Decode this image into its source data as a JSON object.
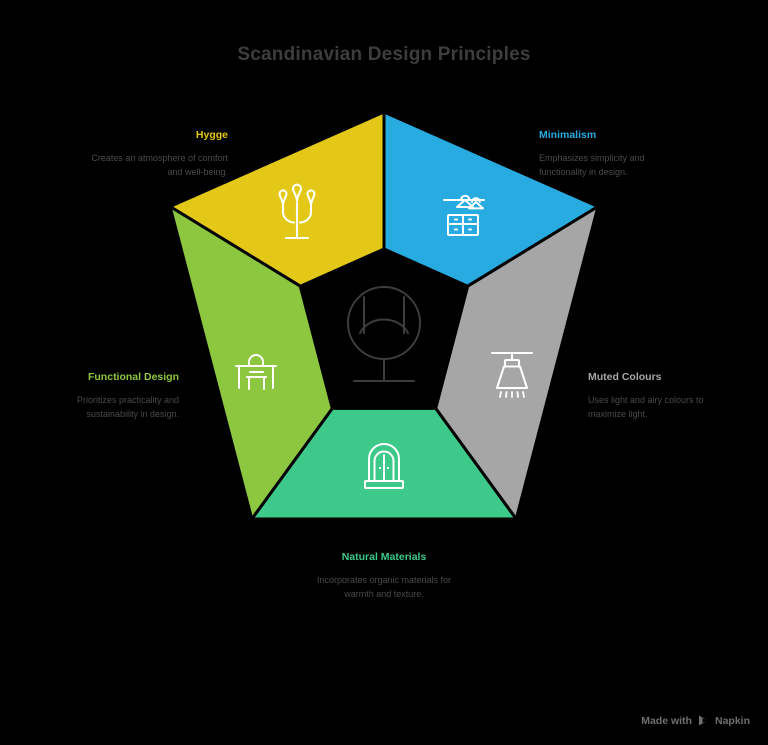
{
  "page": {
    "title": "Scandinavian Design Principles",
    "background_color": "#000000",
    "title_color": "#3d3d3d"
  },
  "center": {
    "icon": "armchair-icon",
    "icon_color": "#3d3d3d"
  },
  "segments": [
    {
      "id": "minimalism",
      "title": "Minimalism",
      "description": "Emphasizes simplicity and functionality in design.",
      "color": "#27ABE0",
      "icon": "wardrobe-hangers-dresser-icon",
      "position": "top-right"
    },
    {
      "id": "muted-colours",
      "title": "Muted Colours",
      "description": "Uses light and airy colours to maximize light.",
      "color": "#A6A6A6",
      "icon": "pendant-lamp-icon",
      "position": "right"
    },
    {
      "id": "natural-materials",
      "title": "Natural Materials",
      "description": "Incorporates organic materials for warmth and texture.",
      "color": "#3CC98A",
      "icon": "arched-cabinet-icon",
      "position": "bottom"
    },
    {
      "id": "functional-design",
      "title": "Functional Design",
      "description": "Prioritizes practicality and sustainability in design.",
      "color": "#8DC63F",
      "icon": "table-chair-icon",
      "position": "left"
    },
    {
      "id": "hygge",
      "title": "Hygge",
      "description": "Creates an atmosphere of comfort and well-being.",
      "color": "#E3C818",
      "icon": "candelabra-icon",
      "position": "top-left"
    }
  ],
  "footer": {
    "text": "Made with",
    "brand": "Napkin",
    "color": "#707070"
  }
}
